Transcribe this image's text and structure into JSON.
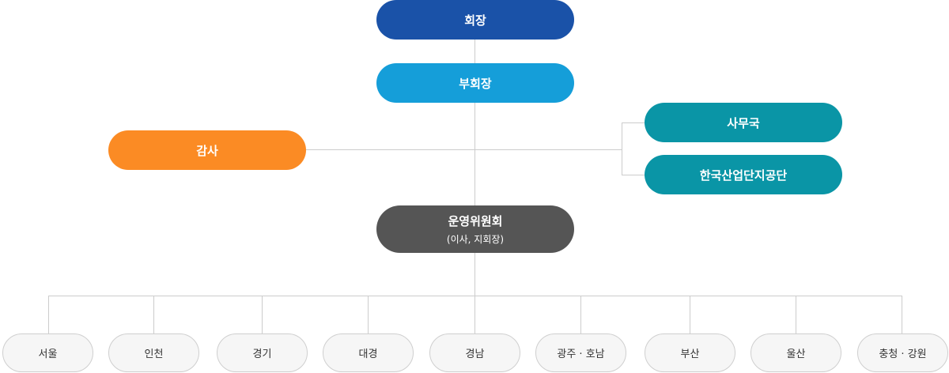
{
  "colors": {
    "chairman": "#1a52a8",
    "vice_chairman": "#159ed9",
    "auditor": "#fb8b24",
    "secretariat": "#0a95a6",
    "kicox": "#0a95a6",
    "committee": "#555555",
    "connector": "#cccccc"
  },
  "nodes": {
    "chairman": "회장",
    "vice_chairman": "부회장",
    "auditor": "감사",
    "secretariat": "사무국",
    "kicox": "한국산업단지공단",
    "committee": "운영위원회",
    "committee_sub": "(이사, 지회장)"
  },
  "regions": [
    "서울",
    "인천",
    "경기",
    "대경",
    "경남",
    "광주 · 호남",
    "부산",
    "울산",
    "충청 · 강원"
  ]
}
